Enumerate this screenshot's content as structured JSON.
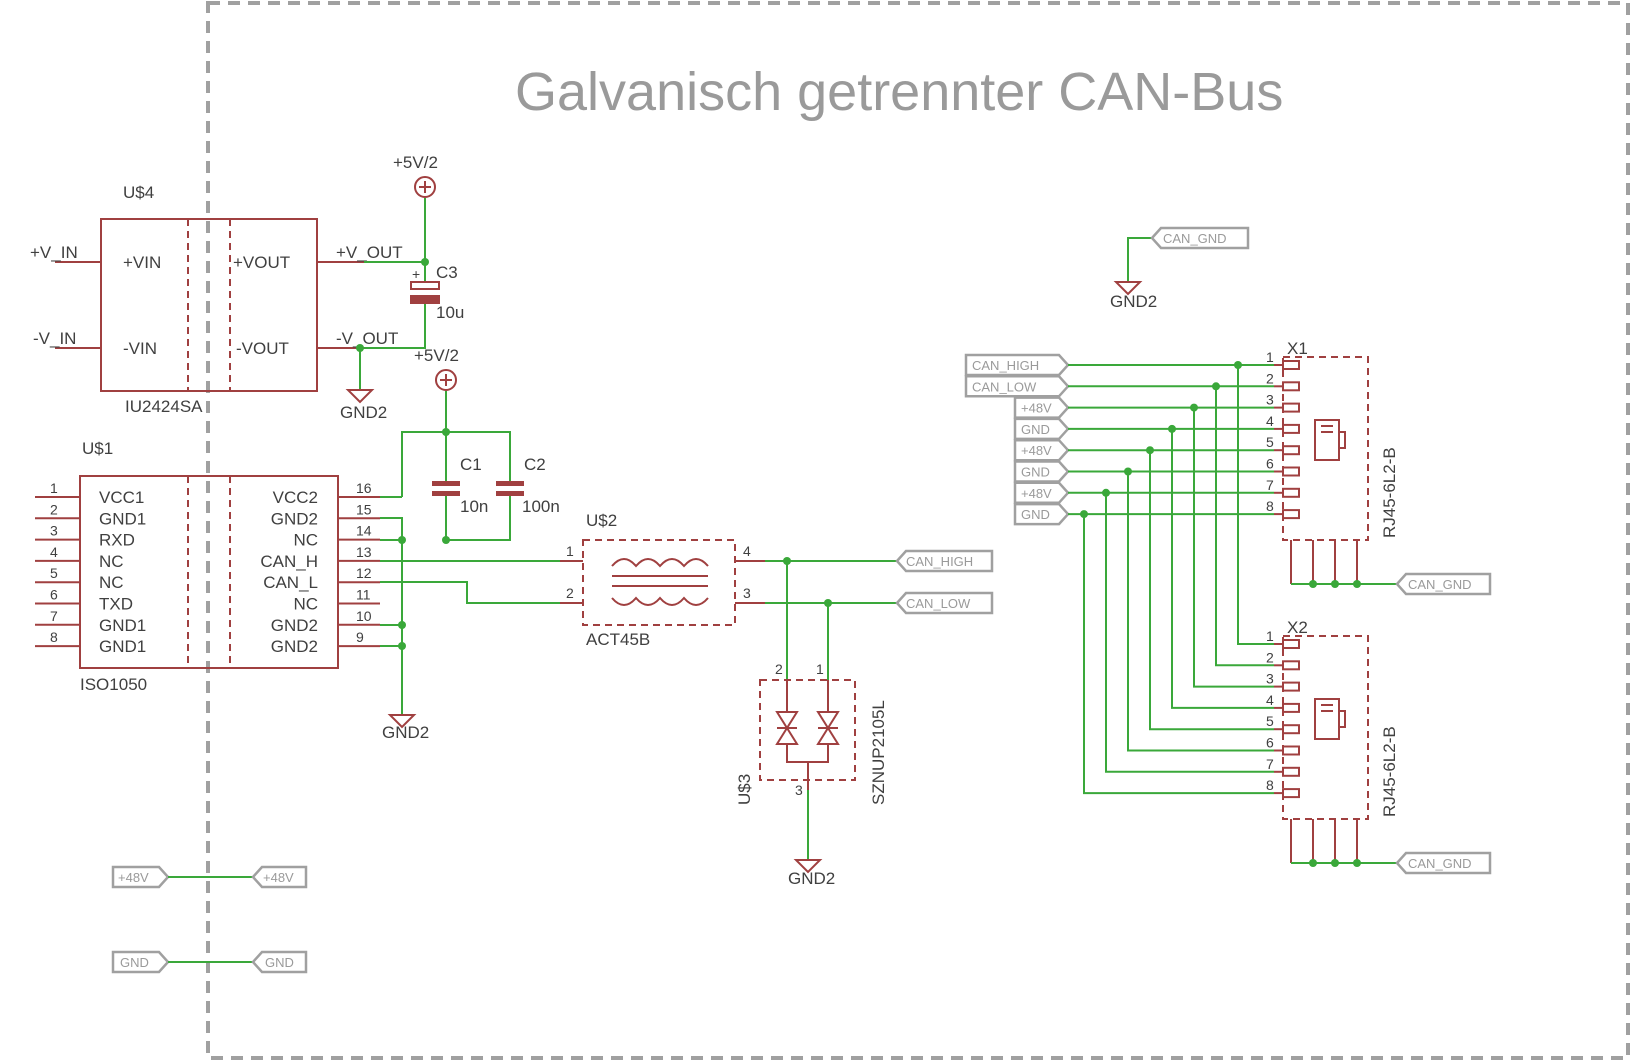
{
  "title": "Galvanisch getrennter CAN-Bus",
  "colors": {
    "component": "#a04040",
    "wire": "#3aa83a",
    "label": "#9a9a9a",
    "frame": "#a0a0a0"
  },
  "u4": {
    "name": "U$4",
    "value": "IU2424SA",
    "pin_vin_p": "+VIN",
    "pin_vin_n": "-VIN",
    "pin_vout_p": "+VOUT",
    "pin_vout_n": "-VOUT",
    "net_vin_p": "+V_IN",
    "net_vin_n": "-V_IN",
    "net_vout_p": "+V_OUT",
    "net_vout_n": "-V_OUT"
  },
  "c3": {
    "name": "C3",
    "value": "10u",
    "plus": "+"
  },
  "supply_top": "+5V/2",
  "supply_mid": "+5V/2",
  "gnd2_label": "GND2",
  "c1": {
    "name": "C1",
    "value": "10n"
  },
  "c2": {
    "name": "C2",
    "value": "100n"
  },
  "u1": {
    "name": "U$1",
    "value": "ISO1050",
    "left_pins": [
      {
        "num": "1",
        "name": "VCC1"
      },
      {
        "num": "2",
        "name": "GND1"
      },
      {
        "num": "3",
        "name": "RXD"
      },
      {
        "num": "4",
        "name": "NC"
      },
      {
        "num": "5",
        "name": "NC"
      },
      {
        "num": "6",
        "name": "TXD"
      },
      {
        "num": "7",
        "name": "GND1"
      },
      {
        "num": "8",
        "name": "GND1"
      }
    ],
    "right_pins": [
      {
        "num": "16",
        "name": "VCC2"
      },
      {
        "num": "15",
        "name": "GND2"
      },
      {
        "num": "14",
        "name": "NC"
      },
      {
        "num": "13",
        "name": "CAN_H"
      },
      {
        "num": "12",
        "name": "CAN_L"
      },
      {
        "num": "11",
        "name": "NC"
      },
      {
        "num": "10",
        "name": "GND2"
      },
      {
        "num": "9",
        "name": "GND2"
      }
    ]
  },
  "u2": {
    "name": "U$2",
    "value": "ACT45B",
    "pins": [
      "1",
      "2",
      "4",
      "3"
    ]
  },
  "u3": {
    "name": "U$3",
    "value": "SZNUP2105L",
    "pins": [
      "2",
      "1",
      "3"
    ]
  },
  "net_labels": {
    "can_high": "CAN_HIGH",
    "can_low": "CAN_LOW",
    "can_gnd": "CAN_GND",
    "p48v": "+48V",
    "gnd": "GND"
  },
  "rj45_left_labels": [
    "CAN_HIGH",
    "CAN_LOW",
    "+48V",
    "GND",
    "+48V",
    "GND",
    "+48V",
    "GND"
  ],
  "x1": {
    "name": "X1",
    "value": "RJ45-6L2-B",
    "pins": [
      "1",
      "2",
      "3",
      "4",
      "5",
      "6",
      "7",
      "8"
    ]
  },
  "x2": {
    "name": "X2",
    "value": "RJ45-6L2-B",
    "pins": [
      "1",
      "2",
      "3",
      "4",
      "5",
      "6",
      "7",
      "8"
    ]
  },
  "bottom_links": [
    {
      "left": "+48V",
      "right": "+48V"
    },
    {
      "left": "GND",
      "right": "GND"
    }
  ]
}
